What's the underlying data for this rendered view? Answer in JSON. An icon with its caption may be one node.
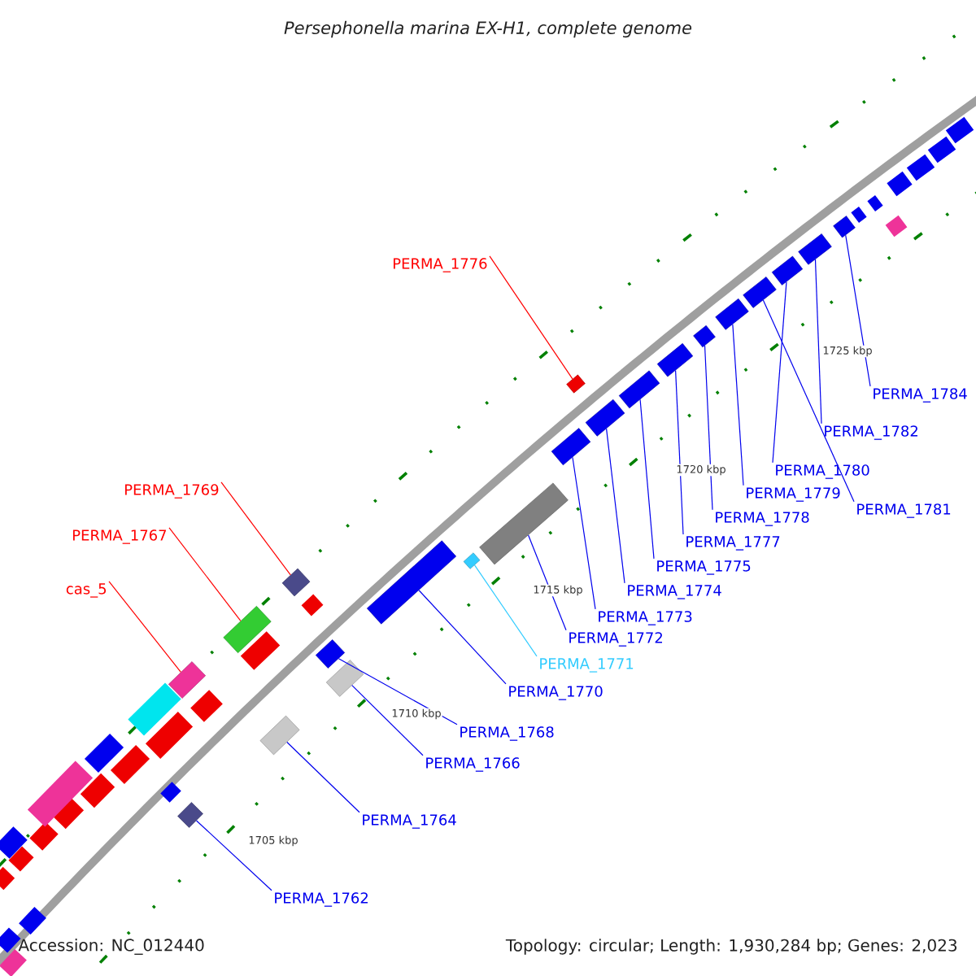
{
  "diagram": {
    "title": "Persephonella marina EX-H1, complete genome",
    "nodes": [
      {
        "text": [
          "PERMA_1776"
        ]
      },
      {
        "text": [],
        "shape": "bar"
      },
      {
        "text": [
          "PERMA_1784"
        ]
      },
      {
        "text": [],
        "shape": "bar"
      },
      {
        "text": [
          "PERMA_1782"
        ]
      },
      {
        "text": [],
        "shape": "bar"
      },
      {
        "text": [
          "PERMA_1780"
        ]
      },
      {
        "text": [],
        "shape": "bar"
      },
      {
        "text": [
          "PERMA_1779"
        ]
      },
      {
        "text": [],
        "shape": "bar"
      },
      {
        "text": [
          "PERMA_1769"
        ]
      },
      {
        "text": [],
        "shape": "bar"
      },
      {
        "text": [
          "PERMA_1781"
        ]
      },
      {
        "text": [],
        "shape": "bar"
      },
      {
        "text": [
          "PERMA_1778"
        ]
      },
      {
        "text": [],
        "shape": "bar"
      },
      {
        "text": [
          "PERMA_1777"
        ]
      },
      {
        "text": [],
        "shape": "bar"
      },
      {
        "text": [
          "PERMA_1767"
        ]
      },
      {
        "text": [],
        "shape": "bar"
      },
      {
        "text": [
          "PERMA_1775"
        ]
      },
      {
        "text": [],
        "shape": "bar"
      },
      {
        "text": [
          "PERMA_1774"
        ]
      },
      {
        "text": [],
        "shape": "bar"
      },
      {
        "text": [
          "cas_5"
        ]
      },
      {
        "text": [],
        "shape": "bar"
      },
      {
        "text": [
          "PERMA_1773"
        ]
      },
      {
        "text": [],
        "shape": "bar"
      },
      {
        "text": [
          "PERMA_1772"
        ]
      },
      {
        "text": [],
        "shape": "bar"
      },
      {
        "text": [
          "PERMA_1771"
        ]
      },
      {
        "text": [],
        "shape": "bar"
      },
      {
        "text": [
          "PERMA_1770"
        ]
      },
      {
        "text": [],
        "shape": "bar"
      },
      {
        "text": [
          "PERMA_1768"
        ]
      },
      {
        "text": [],
        "shape": "bar"
      },
      {
        "text": [
          "PERMA_1766"
        ]
      },
      {
        "text": [],
        "shape": "bar"
      },
      {
        "text": [
          "PERMA_1764"
        ]
      },
      {
        "text": [],
        "shape": "bar"
      },
      {
        "text": [
          "PERMA_1762"
        ]
      },
      {
        "text": [],
        "shape": "bar"
      }
    ],
    "edges": [
      {
        "from": 0,
        "to": 1,
        "arrow": "none",
        "color": "#ff0000"
      },
      {
        "from": 2,
        "to": 3,
        "arrow": "none"
      },
      {
        "from": 4,
        "to": 5,
        "arrow": "none"
      },
      {
        "from": 6,
        "to": 7,
        "arrow": "none"
      },
      {
        "from": 8,
        "to": 9,
        "arrow": "none"
      },
      {
        "from": 10,
        "to": 11,
        "arrow": "none",
        "color": "#ff0000"
      },
      {
        "from": 12,
        "to": 13,
        "arrow": "none"
      },
      {
        "from": 14,
        "to": 15,
        "arrow": "none"
      },
      {
        "from": 16,
        "to": 17,
        "arrow": "none"
      },
      {
        "from": 18,
        "to": 19,
        "arrow": "none",
        "color": "#ff0000"
      },
      {
        "from": 20,
        "to": 21,
        "arrow": "none"
      },
      {
        "from": 22,
        "to": 23,
        "arrow": "none"
      },
      {
        "from": 24,
        "to": 25,
        "arrow": "none",
        "color": "#ff0000"
      },
      {
        "from": 26,
        "to": 27,
        "arrow": "none"
      },
      {
        "from": 28,
        "to": 29,
        "arrow": "none"
      },
      {
        "from": 30,
        "to": 31,
        "arrow": "none",
        "color": "#33ccff"
      },
      {
        "from": 32,
        "to": 33,
        "arrow": "none"
      },
      {
        "from": 34,
        "to": 35,
        "arrow": "none"
      },
      {
        "from": 36,
        "to": 37,
        "arrow": "none"
      },
      {
        "from": 38,
        "to": 39,
        "arrow": "none"
      },
      {
        "from": 40,
        "to": 41,
        "arrow": "none"
      }
    ],
    "labels": [
      "1725 kbp",
      "1720 kbp",
      "1715 kbp",
      "1710 kbp",
      "1705 kbp",
      "Accession: NC_012440",
      "Topology: circular; Length: 1,930,284 bp; Genes: 2,023"
    ]
  }
}
